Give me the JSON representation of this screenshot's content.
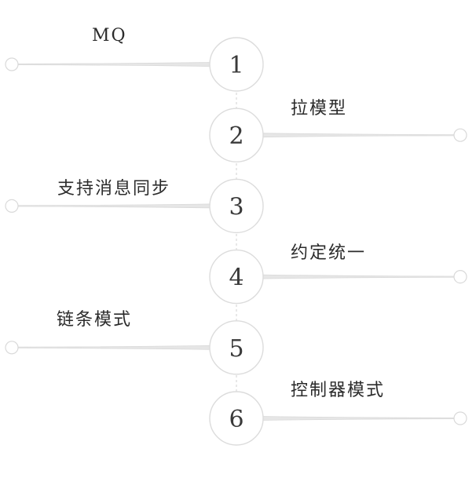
{
  "theme": {
    "line_color": "#d9d9d9",
    "circle_stroke": "#dcdcdc",
    "text_color": "#2b2b2b"
  },
  "steps": [
    {
      "number": "1",
      "label": "MQ",
      "side": "left"
    },
    {
      "number": "2",
      "label": "拉模型",
      "side": "right"
    },
    {
      "number": "3",
      "label": "支持消息同步",
      "side": "left"
    },
    {
      "number": "4",
      "label": "约定统一",
      "side": "right"
    },
    {
      "number": "5",
      "label": "链条模式",
      "side": "left"
    },
    {
      "number": "6",
      "label": "控制器模式",
      "side": "right"
    }
  ]
}
